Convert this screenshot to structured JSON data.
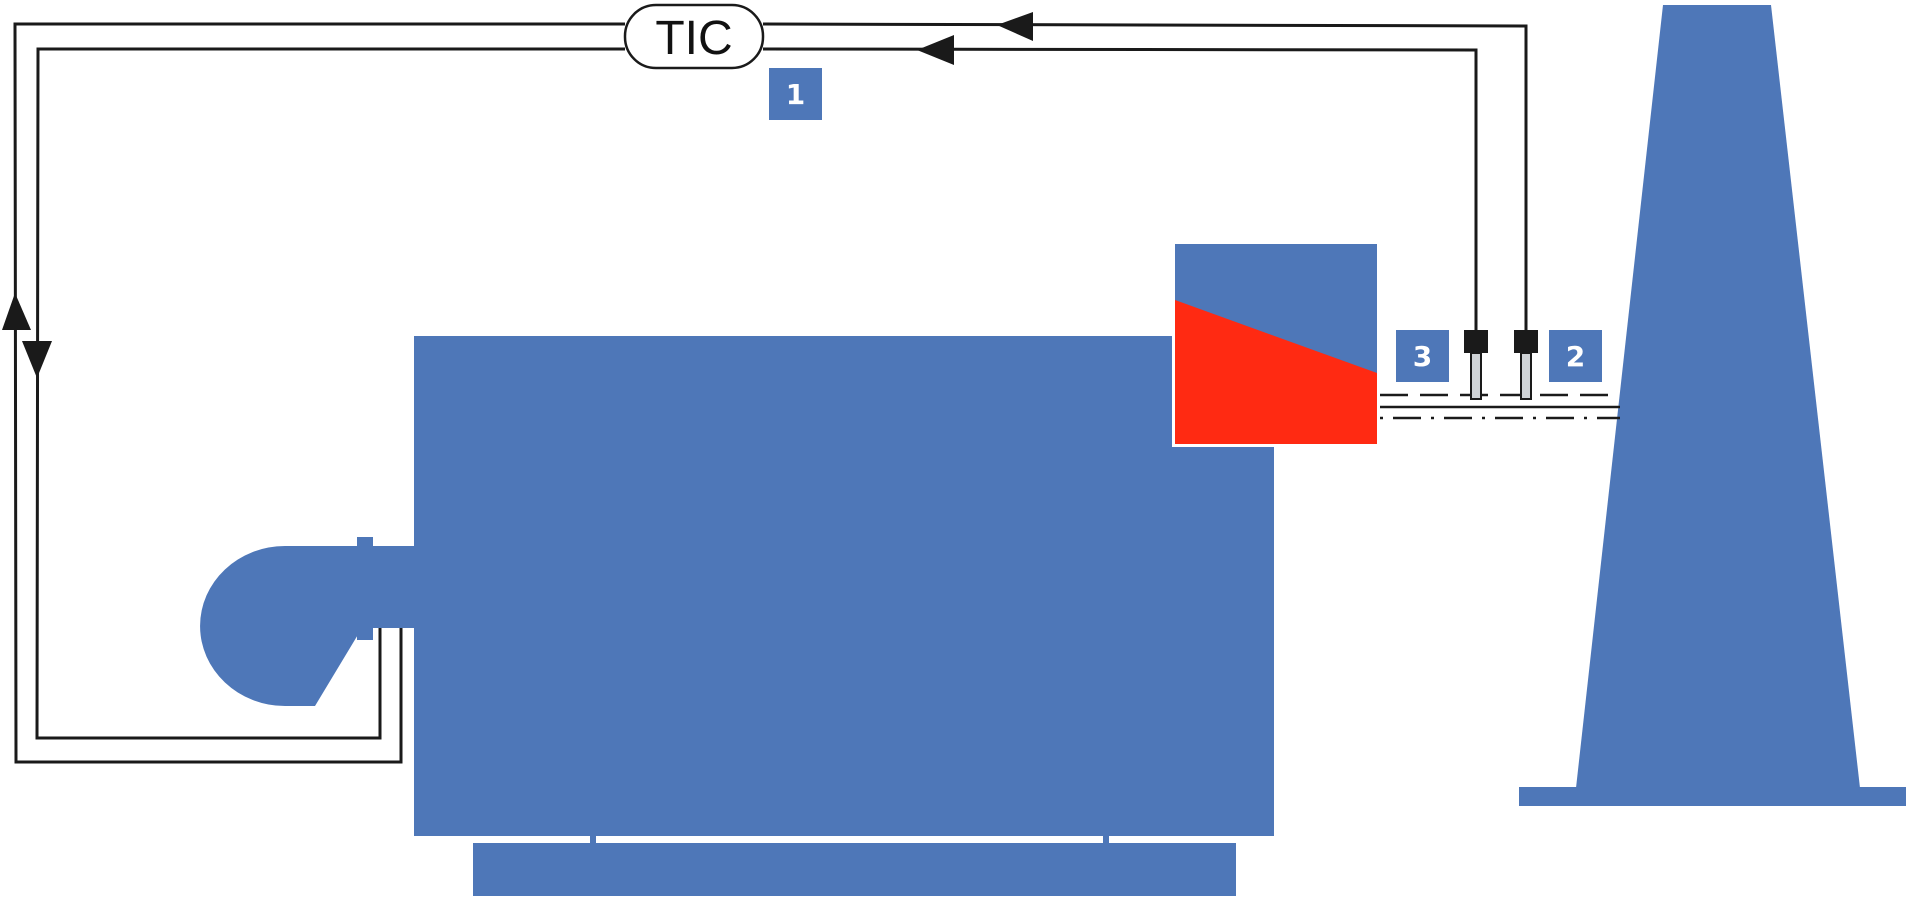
{
  "controller": {
    "label": "TIC"
  },
  "badges": {
    "badge_1": "1",
    "badge_2": "2",
    "badge_3": "3"
  },
  "colors": {
    "equipment": "#4e77b8",
    "hot_zone": "#ff2a12",
    "line": "#1a1a1a",
    "sensor_tube": "#cfd3d6"
  },
  "icons": {
    "arrow": "triangle-arrow-icon",
    "sensor": "temperature-sensor-icon"
  }
}
